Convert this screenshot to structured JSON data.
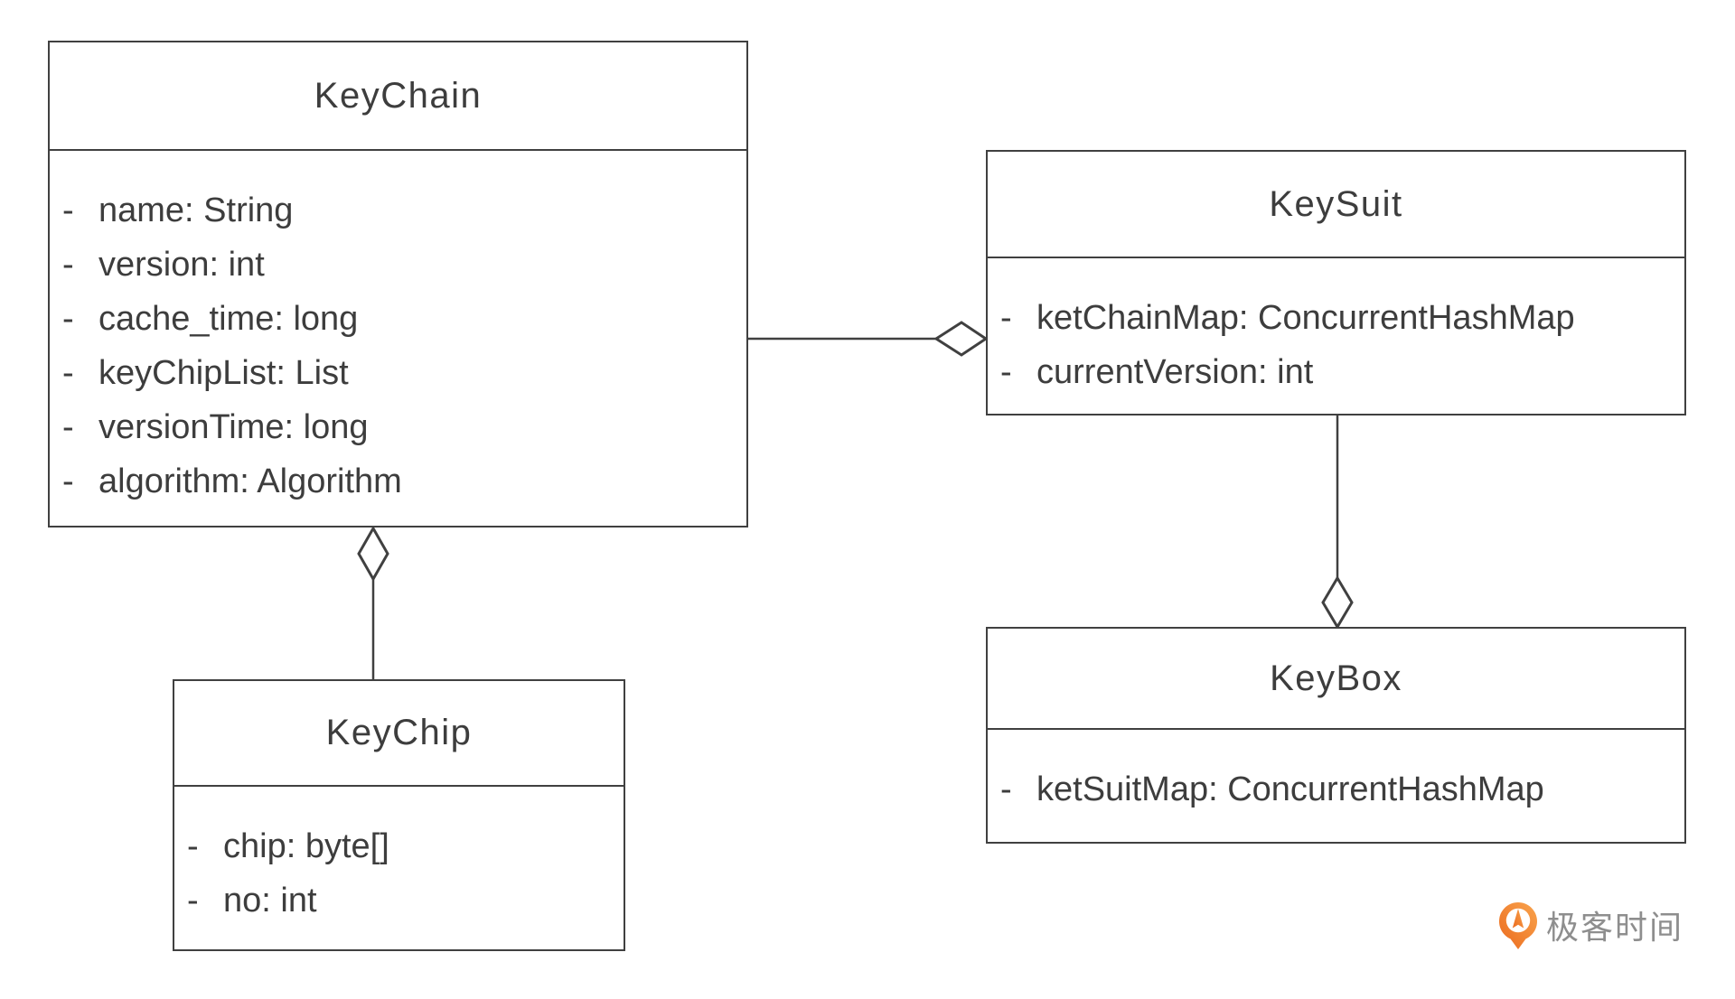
{
  "diagram": {
    "type": "uml-class-diagram",
    "visibility_marker": "-",
    "classes": [
      {
        "name": "KeyChain",
        "fields": [
          "name: String",
          "version: int",
          "cache_time: long",
          "keyChipList: List",
          "versionTime: long",
          "algorithm: Algorithm"
        ]
      },
      {
        "name": "KeySuit",
        "fields": [
          "ketChainMap: ConcurrentHashMap",
          "currentVersion: int"
        ]
      },
      {
        "name": "KeyChip",
        "fields": [
          "chip: byte[]",
          "no: int"
        ]
      },
      {
        "name": "KeyBox",
        "fields": [
          "ketSuitMap: ConcurrentHashMap"
        ]
      }
    ],
    "relationships": [
      {
        "from": "KeyChain",
        "to": "KeySuit",
        "type": "aggregation",
        "diamond_at": "KeySuit"
      },
      {
        "from": "KeyChip",
        "to": "KeyChain",
        "type": "aggregation",
        "diamond_at": "KeyChain"
      },
      {
        "from": "KeySuit",
        "to": "KeyBox",
        "type": "aggregation",
        "diamond_at": "KeyBox"
      }
    ],
    "colors": {
      "line": "#404040",
      "text": "#3d3d3d",
      "background": "#ffffff"
    }
  },
  "logo": {
    "icon": "geektime-pin-icon",
    "text": "极客时间",
    "icon_color": "#f0782a",
    "text_color": "#8e8e8e"
  }
}
